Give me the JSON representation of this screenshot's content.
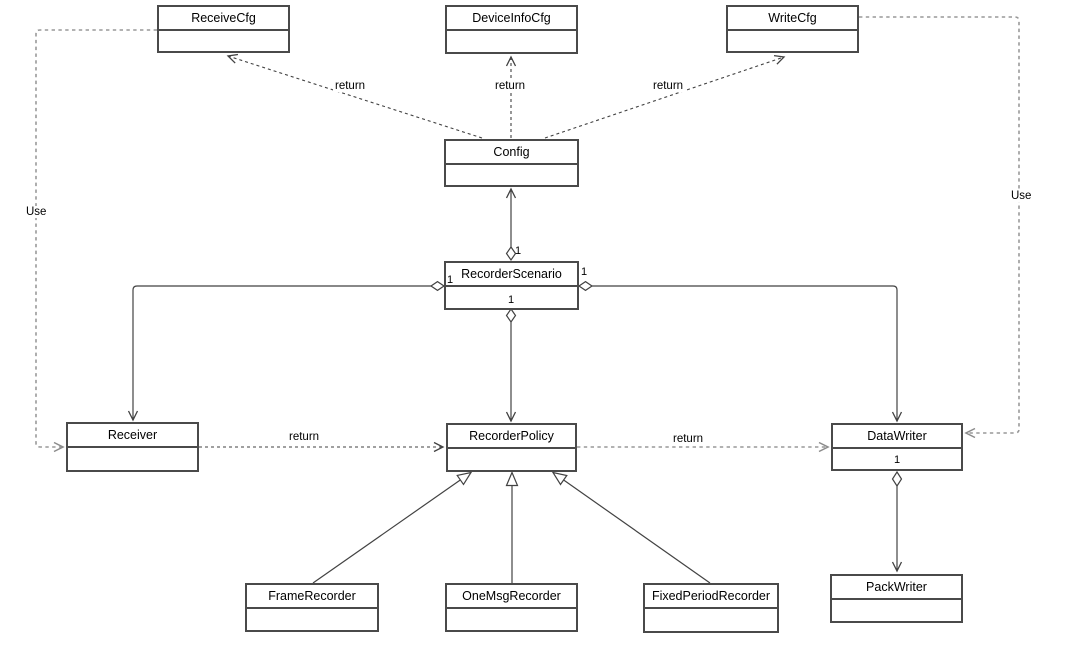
{
  "classes": {
    "receive_cfg": "ReceiveCfg",
    "device_info_cfg": "DeviceInfoCfg",
    "write_cfg": "WriteCfg",
    "config": "Config",
    "recorder_scenario": "RecorderScenario",
    "receiver": "Receiver",
    "recorder_policy": "RecorderPolicy",
    "data_writer": "DataWriter",
    "frame_recorder": "FrameRecorder",
    "one_msg_recorder": "OneMsgRecorder",
    "fixed_period_recorder": "FixedPeriodRecorder",
    "pack_writer": "PackWriter"
  },
  "edge_labels": {
    "config_to_receive_cfg": "return",
    "config_to_device_info_cfg": "return",
    "config_to_write_cfg": "return",
    "receiver_to_recorder_policy": "return",
    "recorder_policy_to_data_writer": "return",
    "receive_cfg_use": "Use",
    "write_cfg_use": "Use"
  },
  "multiplicities": {
    "scenario_to_config": "1",
    "scenario_to_receiver": "1",
    "scenario_to_data_writer": "1",
    "scenario_to_recorder_policy": "1",
    "data_writer_to_pack_writer": "1"
  },
  "colors": {
    "line_dark": "#424242",
    "line_gray": "#999999",
    "box_border": "#4a4a4a",
    "background": "#ffffff",
    "text": "#000000"
  }
}
